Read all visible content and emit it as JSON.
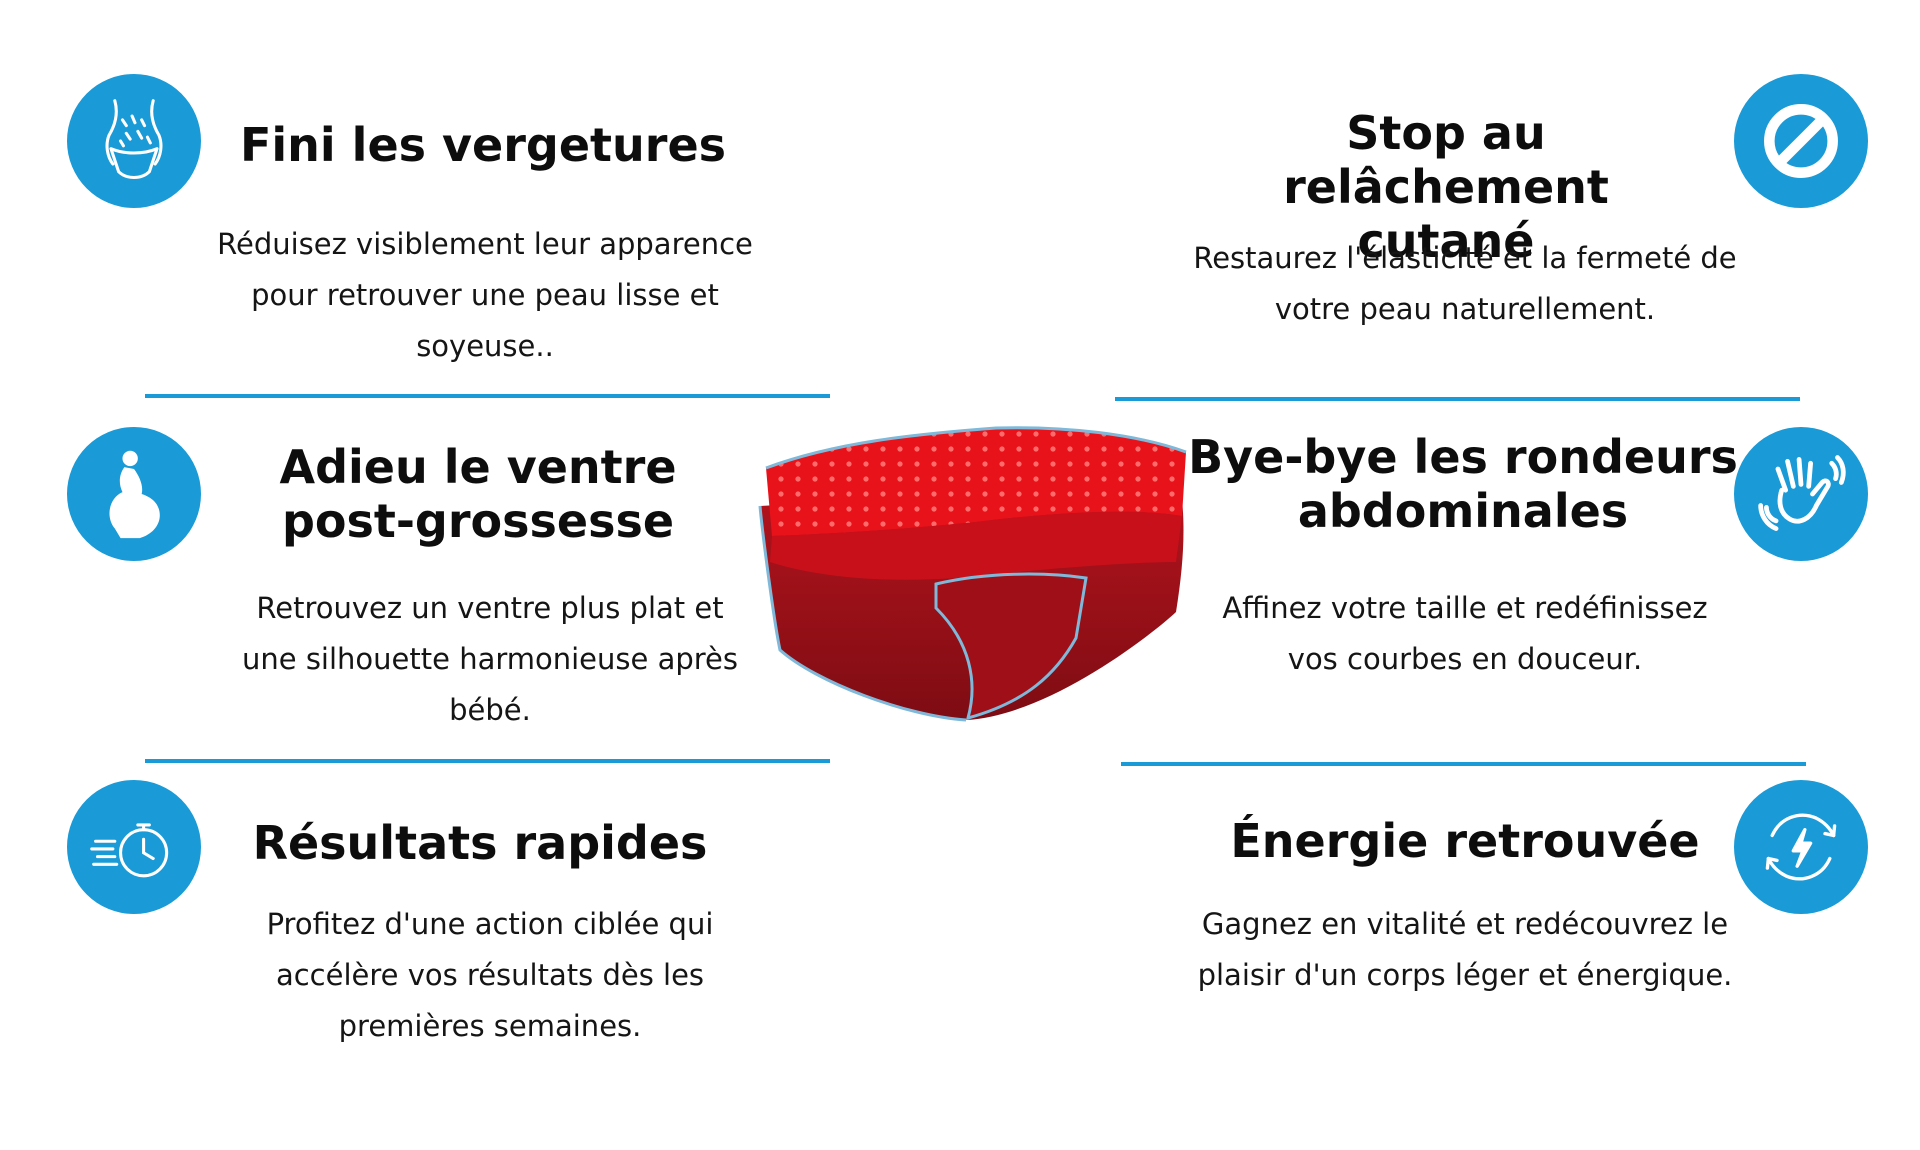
{
  "theme": {
    "accent": "#1a9ad6",
    "title_color": "#0d0d0d",
    "text_color": "#151515",
    "belt_red": "#b5141d"
  },
  "product_image": {
    "icon": "red-light-therapy-belt"
  },
  "features": {
    "vergetures": {
      "icon": "belly-stretch-marks-icon",
      "title": "Fini les vergetures",
      "lines": [
        "Réduisez visiblement leur apparence",
        "pour retrouver une peau lisse et",
        "soyeuse.."
      ]
    },
    "relachement": {
      "icon": "prohibition-icon",
      "title_lines": [
        "Stop au relâchement",
        "cutané"
      ],
      "lines": [
        "Restaurez l'élasticité et la fermeté de",
        "votre peau naturellement."
      ]
    },
    "grossesse": {
      "icon": "pregnant-woman-icon",
      "title_lines": [
        "Adieu le ventre",
        "post-grossesse"
      ],
      "lines": [
        "Retrouvez un ventre plus plat et",
        "une silhouette harmonieuse après",
        "bébé."
      ]
    },
    "rondeurs": {
      "icon": "waving-hand-icon",
      "title_lines": [
        "Bye-bye les rondeurs",
        "abdominales"
      ],
      "lines": [
        "Affinez votre taille et redéfinissez",
        "vos courbes en douceur."
      ]
    },
    "resultats": {
      "icon": "stopwatch-icon",
      "title": "Résultats rapides",
      "lines": [
        "Profitez d'une action ciblée qui",
        "accélère vos résultats dès les",
        "premières semaines."
      ]
    },
    "energie": {
      "icon": "energy-bolt-icon",
      "title": "Énergie retrouvée",
      "lines": [
        "Gagnez en vitalité et redécouvrez le",
        "plaisir d'un corps léger et énergique."
      ]
    }
  }
}
